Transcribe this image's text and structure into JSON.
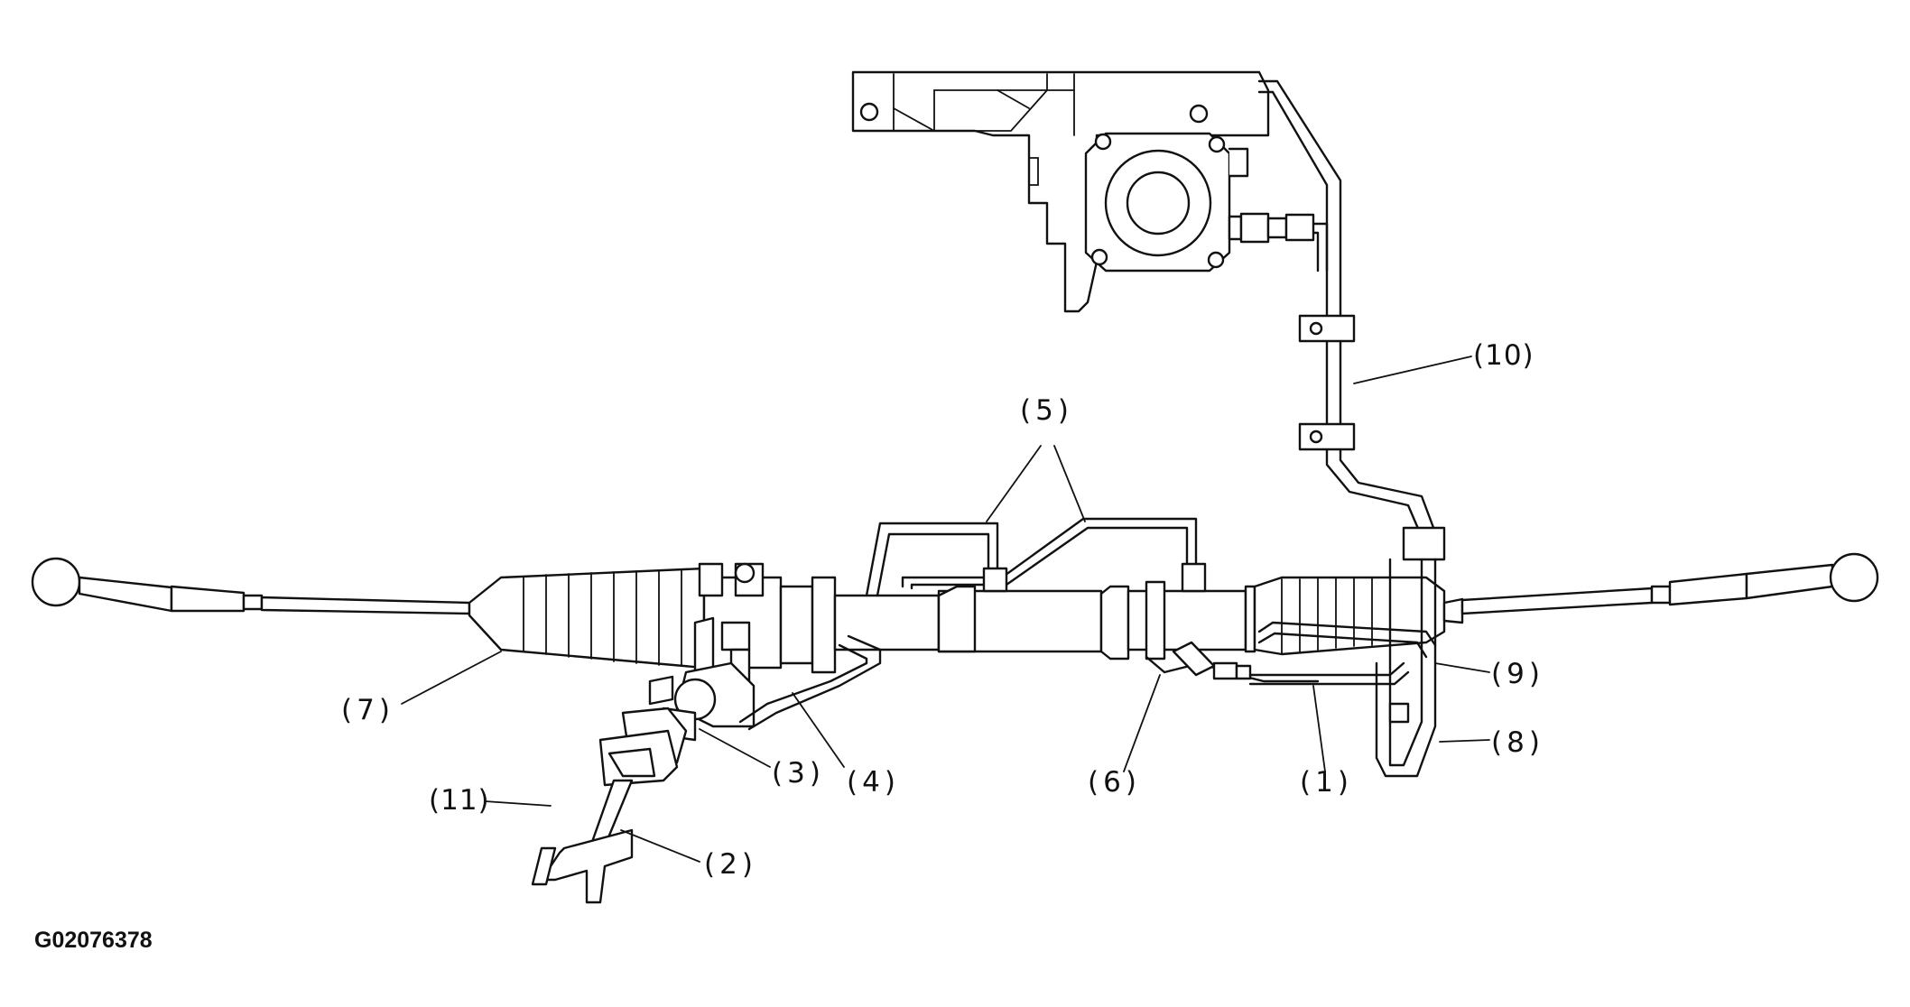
{
  "callouts": {
    "c1": "(1)",
    "c2": "(2)",
    "c3": "(3)",
    "c4": "(4)",
    "c5": "(5)",
    "c6": "(6)",
    "c7": "(7)",
    "c8": "(8)",
    "c9": "(9)",
    "c10": "(10)",
    "c11": "(11)"
  },
  "figure_code": "G02076378",
  "colors": {
    "line": "#111111",
    "background": "#ffffff"
  }
}
